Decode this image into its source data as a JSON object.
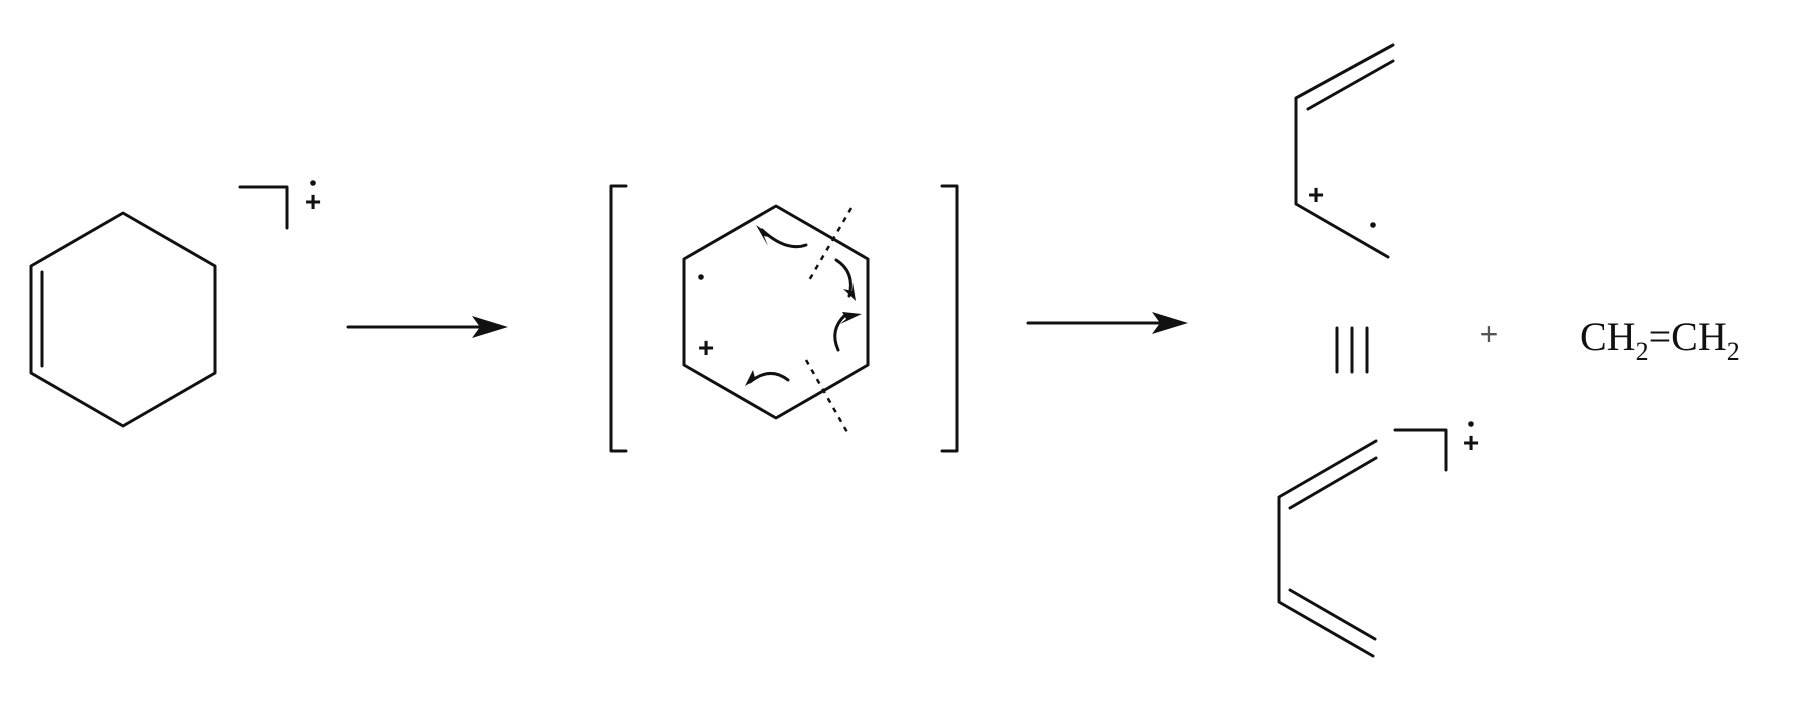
{
  "diagram": {
    "molecules": {
      "reactant_charge": "+",
      "intermediate_charge": "+",
      "product_top_charge": "+",
      "product_bottom_charge": "+"
    },
    "plus_separator": "+",
    "ethylene": {
      "ch_left": "CH",
      "sub_left": "2",
      "bond": "=",
      "ch_right": "CH",
      "sub_right": "2"
    }
  }
}
